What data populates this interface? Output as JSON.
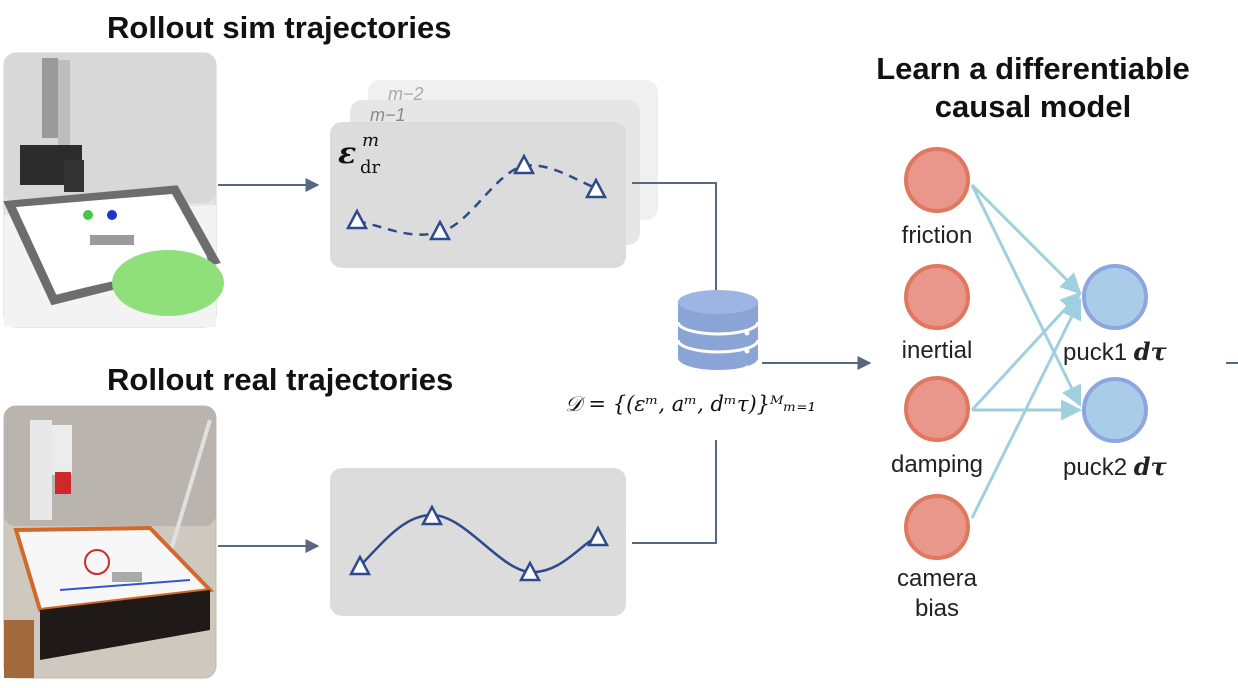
{
  "titles": {
    "sim": "Rollout sim trajectories",
    "real": "Rollout real trajectories",
    "model_line1": "Learn a differentiable",
    "model_line2": "causal model"
  },
  "sim_stack": {
    "back_label_1": "m−2",
    "back_label_2": "m−1",
    "front_symbol": "ε",
    "front_sup": "m",
    "front_sub": "dr"
  },
  "dataset_formula": "𝒟 = {(εᵐ, aᵐ, dᵐτ)}ᴹₘ₌₁",
  "causal_nodes": {
    "inputs": [
      {
        "label": "friction"
      },
      {
        "label": "inertial"
      },
      {
        "label": "damping"
      },
      {
        "label": "camera\nbias"
      }
    ],
    "outputs": [
      {
        "label": "puck1",
        "symbol": "dτ"
      },
      {
        "label": "puck2",
        "symbol": "dτ"
      }
    ]
  },
  "colors": {
    "arrow": "#5a6780",
    "panel": "#dcdcdc",
    "panel_back": "#eeeeee",
    "curve": "#2e4a8c",
    "input_fill": "#e8978a",
    "input_stroke": "#e0775f",
    "output_fill": "#a9cde8",
    "output_stroke": "#8ea6e0",
    "edge": "#9fd0e0",
    "db": "#8aa4d6"
  }
}
